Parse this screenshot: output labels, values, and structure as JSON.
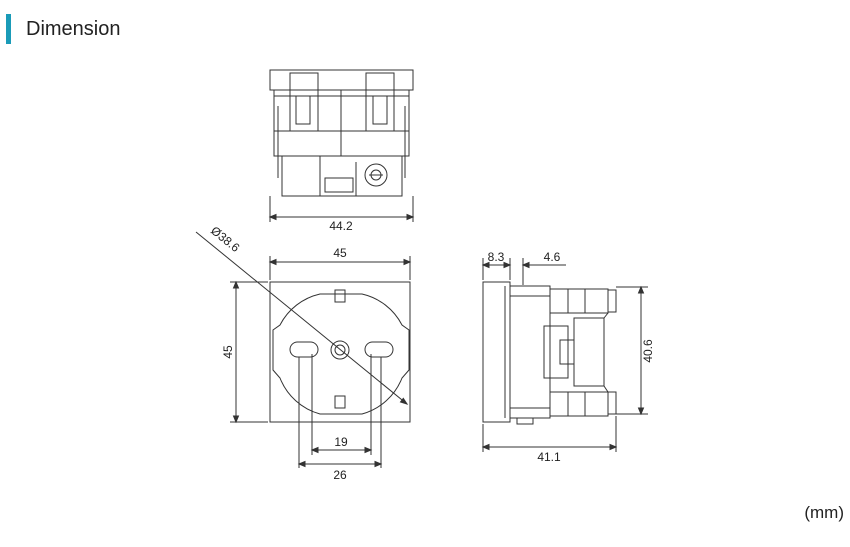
{
  "heading": {
    "title": "Dimension",
    "accent_color": "#1a9bb8"
  },
  "unit_label": "(mm)",
  "dimensions": {
    "top_width": "44.2",
    "diameter": "Ø38.6",
    "front_width": "45",
    "front_height": "45",
    "pin_spacing_inner": "19",
    "pin_spacing_outer": "26",
    "side_frame": "8.3",
    "side_gap": "4.6",
    "side_height": "40.6",
    "side_depth": "41.1"
  }
}
